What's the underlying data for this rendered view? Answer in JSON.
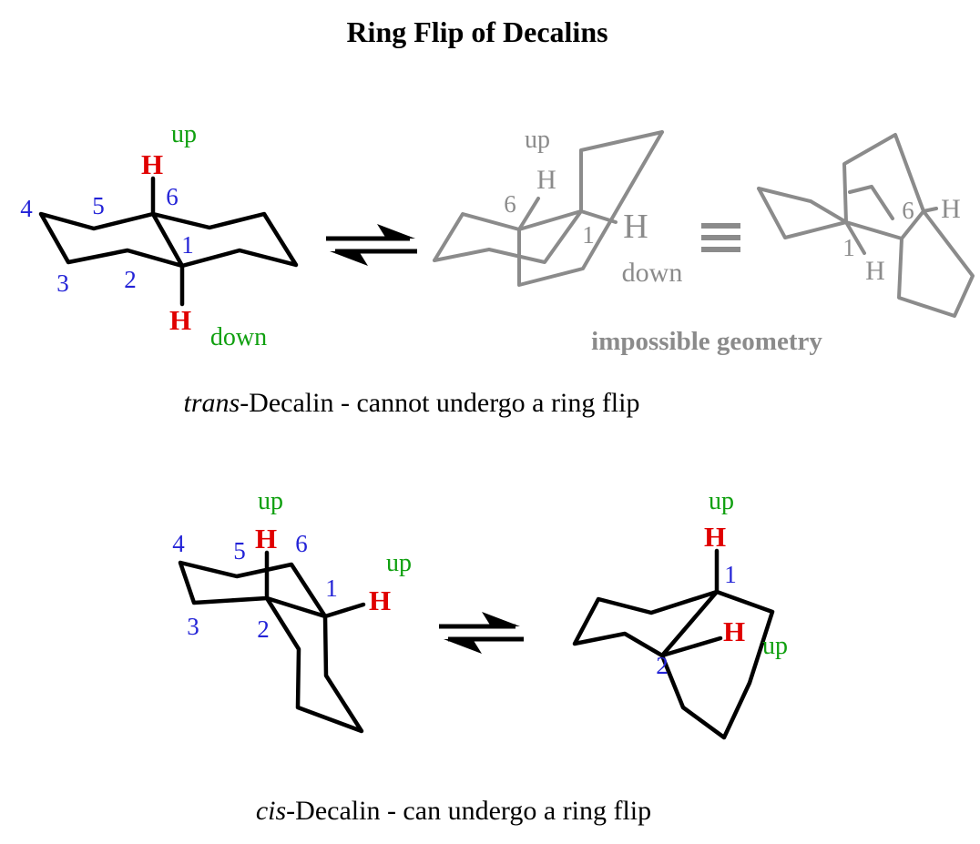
{
  "title": "Ring Flip of Decalins",
  "colors": {
    "black": "#000000",
    "gray": "#8b8b8b",
    "blue": "#2323d7",
    "red": "#e00000",
    "green": "#10a010"
  },
  "trans": {
    "caption_prefix": "trans",
    "caption_rest": "-Decalin - cannot undergo a ring flip",
    "impossible": "impossible geometry",
    "left": {
      "n4": "4",
      "n5": "5",
      "n6": "6",
      "n1": "1",
      "n2": "2",
      "n3": "3",
      "h_top": "H",
      "h_bottom": "H",
      "up": "up",
      "down": "down"
    },
    "middle": {
      "up": "up",
      "h_axial": "H",
      "n6": "6",
      "n1": "1",
      "h_eq": "H",
      "down": "down"
    },
    "right": {
      "n6": "6",
      "h6": "H",
      "n1": "1",
      "h1": "H"
    }
  },
  "cis": {
    "caption_prefix": "cis",
    "caption_rest": "-Decalin - can undergo a ring flip",
    "left": {
      "up_top": "up",
      "h_top": "H",
      "n4": "4",
      "n5": "5",
      "n6": "6",
      "up_right": "up",
      "n1": "1",
      "h_right": "H",
      "n3": "3",
      "n2": "2"
    },
    "right": {
      "up_top": "up",
      "h_top": "H",
      "n1": "1",
      "h_mid": "H",
      "up_mid": "up",
      "n2": "2"
    }
  }
}
